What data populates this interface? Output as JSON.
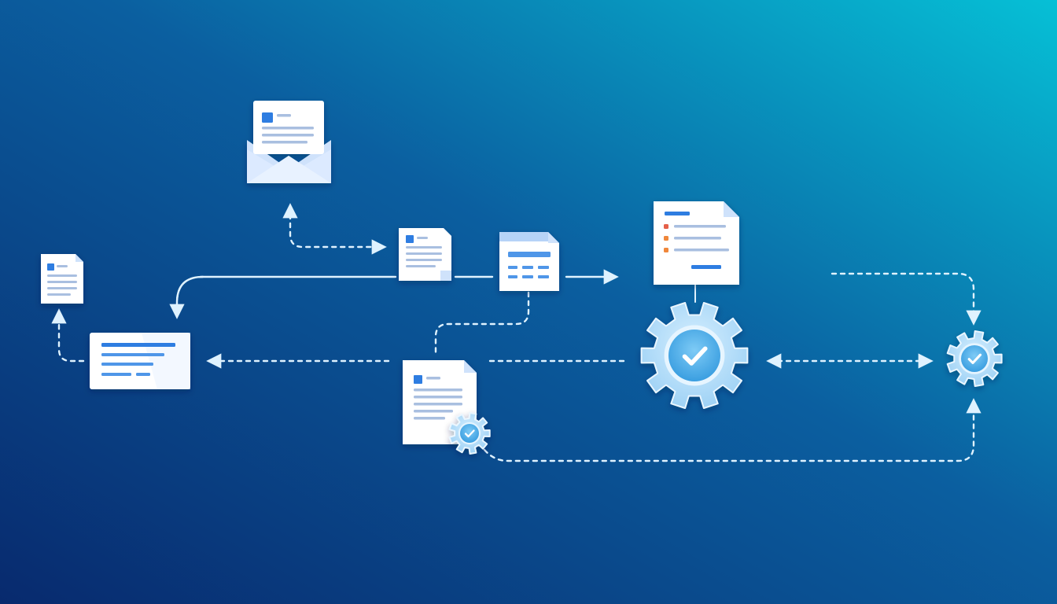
{
  "diagram": {
    "kind": "document-workflow-automation",
    "text_labels": [],
    "colors": {
      "background_start": "#082a6e",
      "background_mid": "#0b5fa0",
      "background_end": "#06c0d6",
      "card_fill": "#ffffff",
      "card_fold": "#cfe2fb",
      "accent_blue": "#2f7de1",
      "line_gray": "#a9bfe0",
      "gear_fill": "#9fd2f5",
      "gear_core": "#57b4ec",
      "connector": "#dff2ff",
      "bullet_orange": "#f0873a",
      "bullet_red": "#e5604a"
    },
    "nodes": [
      {
        "id": "email",
        "icon": "envelope-with-document-icon"
      },
      {
        "id": "doc-small-left",
        "icon": "document-icon"
      },
      {
        "id": "text-card",
        "icon": "text-card-icon"
      },
      {
        "id": "doc-center",
        "icon": "document-icon"
      },
      {
        "id": "form-doc",
        "icon": "form-document-icon"
      },
      {
        "id": "checklist-doc",
        "icon": "checklist-document-icon"
      },
      {
        "id": "verified-doc",
        "icon": "document-with-check-gear-icon"
      },
      {
        "id": "main-gear",
        "icon": "gear-check-icon"
      },
      {
        "id": "small-gear",
        "icon": "gear-check-icon"
      }
    ]
  }
}
